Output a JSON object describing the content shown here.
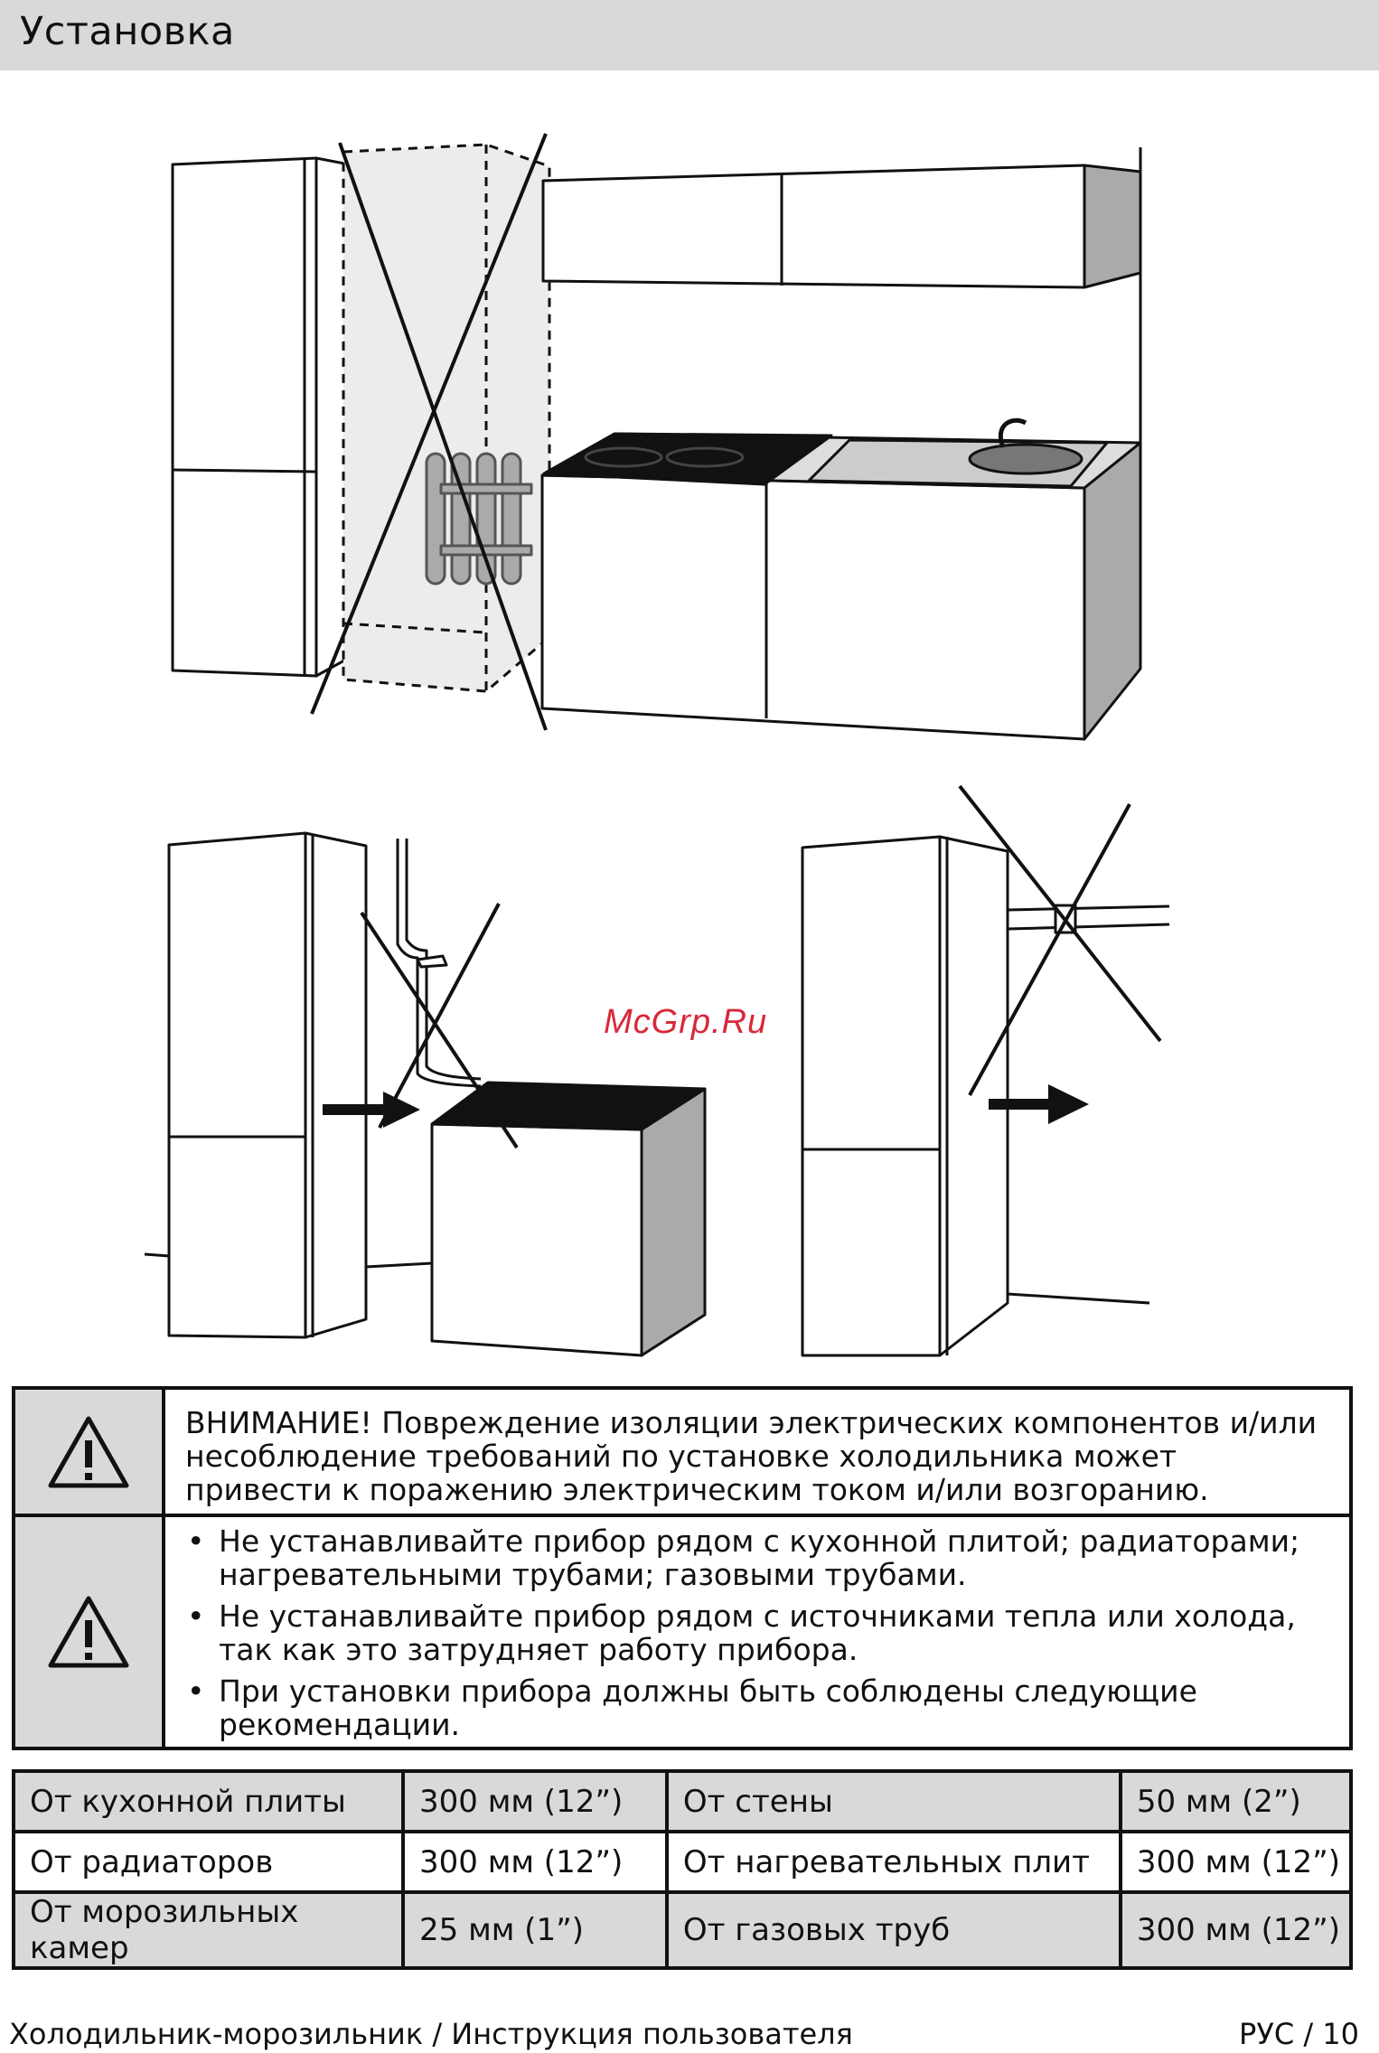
{
  "header": {
    "title": "Установка"
  },
  "watermark": "McGrp.Ru",
  "warnings": {
    "attention": "ВНИМАНИЕ! Повреждение изоляции электрических компонентов и/или несоблюдение требований по установке холодильника может привести к поражению электрическим током и/или возгоранию.",
    "bullets": [
      "Не устанавливайте прибор рядом с кухонной плитой; радиаторами; нагревательными трубами; газовыми трубами.",
      "Не устанавливайте прибор рядом с источниками тепла или холода, так как это затрудняет работу прибора.",
      "При установки прибора должны быть соблюдены следующие рекомендации."
    ],
    "bullet_symbol": "•",
    "icon": "warning-triangle-icon"
  },
  "distances": [
    {
      "label1": "От  кухонной плиты",
      "value1": "300 мм (12”)",
      "label2": "От стены",
      "value2": "50 мм (2”)"
    },
    {
      "label1": "От  радиаторов",
      "value1": "300 мм (12”)",
      "label2": "От нагревательных плит",
      "value2": "300 мм (12”)"
    },
    {
      "label1": "От  морозильных камер",
      "value1": "25 мм (1”)",
      "label2": "От газовых труб",
      "value2": "300 мм (12”)"
    }
  ],
  "footer": {
    "left": "Холодильник-морозильник / Инструкция пользователя",
    "right": "РУС / 10"
  },
  "colors": {
    "header_bg": "#d9d9d9",
    "watermark": "#d8283a",
    "shade": "#d9d9d9"
  }
}
